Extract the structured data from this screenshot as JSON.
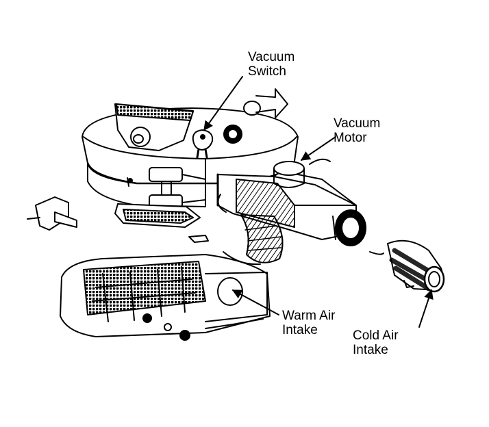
{
  "diagram": {
    "labels": {
      "vacuum_switch": {
        "line1": "Vacuum",
        "line2": "Switch"
      },
      "vacuum_motor": {
        "line1": "Vacuum",
        "line2": "Motor"
      },
      "warm_air_intake": {
        "line1": "Warm Air",
        "line2": "Intake"
      },
      "cold_air_intake": {
        "line1": "Cold Air",
        "line2": "Intake"
      }
    },
    "colors": {
      "ink": "#000000",
      "paper": "#ffffff",
      "shade": "#8a8a8a"
    }
  }
}
